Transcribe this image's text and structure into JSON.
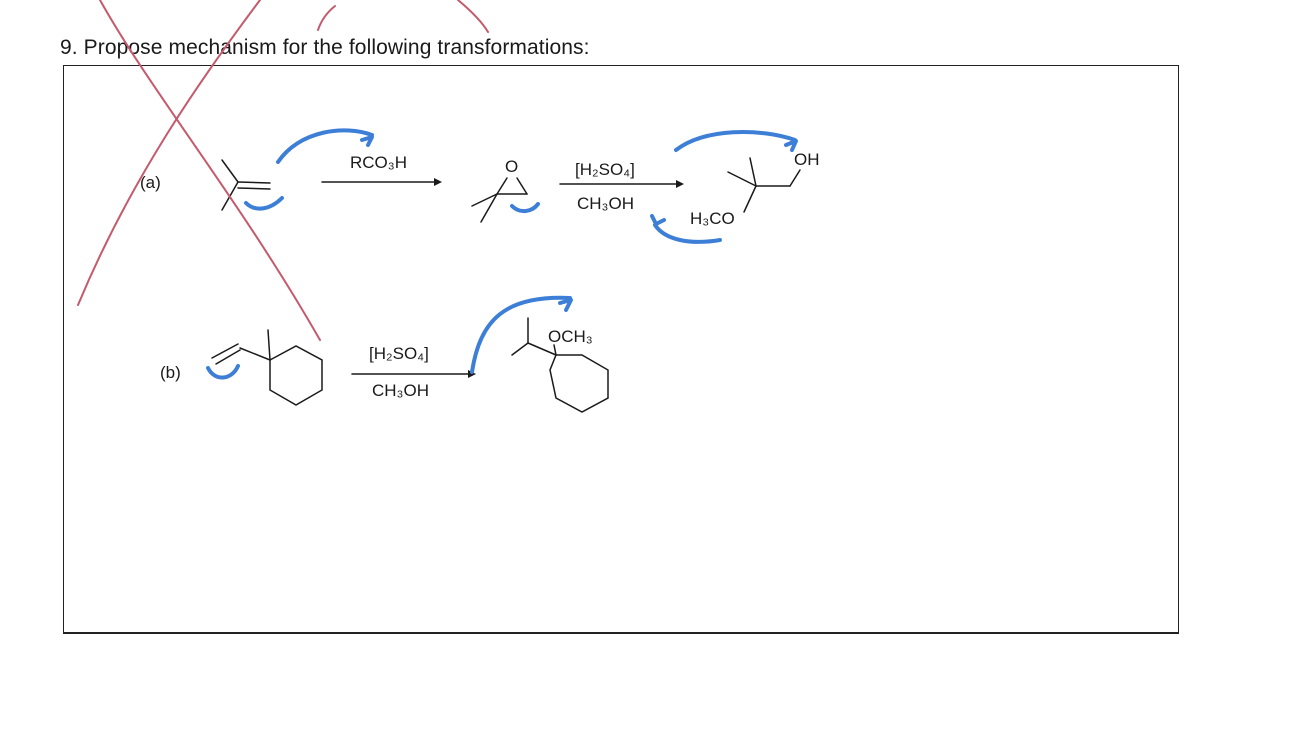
{
  "question": {
    "text": "9. Propose mechanism for the following transformations:"
  },
  "reaction_a": {
    "label": "(a)",
    "reagent1": "RCO₃H",
    "epoxide_oxygen": "O",
    "reagent2_top": "[H₂SO₄]",
    "reagent2_bottom": "CH₃OH",
    "product_oh": "OH",
    "product_methoxy": "H₃CO"
  },
  "reaction_b": {
    "label": "(b)",
    "reagent_top": "[H₂SO₄]",
    "reagent_bottom": "CH₃OH",
    "product_group": "OCH₃"
  },
  "colors": {
    "annotation_blue": "#3d7fd6",
    "annotation_red": "#c45a6c",
    "ink": "#1a1a1a"
  }
}
